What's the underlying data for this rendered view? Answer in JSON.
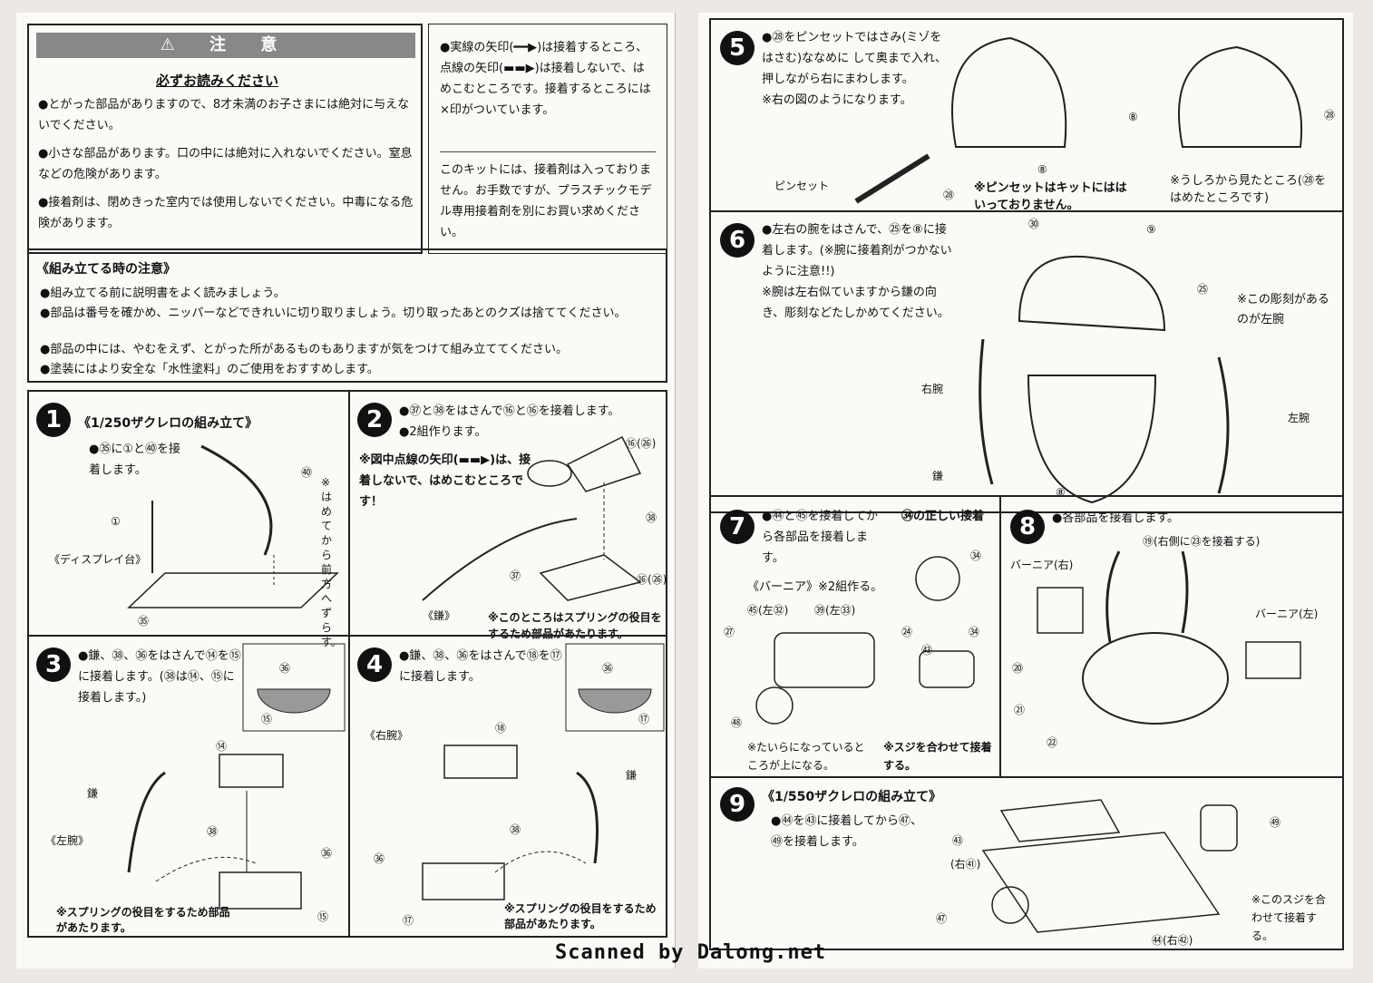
{
  "left": {
    "caution": {
      "title": "⚠ 注 意",
      "subtitle": "必ずお読みください",
      "items": [
        "●とがった部品がありますので、8才未満のお子さまには絶対に与えないでください。",
        "●小さな部品があります。口の中には絶対に入れないでください。窒息などの危険があります。",
        "●接着剤は、閉めきった室内では使用しないでください。中毒になる危険があります。"
      ]
    },
    "arrows_note": "●実線の矢印(━━▶)は接着するところ、点線の矢印(▬▬▶)は接着しないで、はめこむところです。接着するところには×印がついています。",
    "glue_note": "このキットには、接着剤は入っておりません。お手数ですが、プラスチックモデル専用接着剤を別にお買い求めください。",
    "assembly": {
      "title": "《組み立てる時の注意》",
      "items": [
        "●組み立てる前に説明書をよく読みましょう。",
        "●部品は番号を確かめ、ニッパーなどできれいに切り取りましょう。切り取ったあとのクズは捨ててください。",
        "●部品の中には、やむをえず、とがった所があるものもありますが気をつけて組み立ててください。",
        "●塗装にはより安全な「水性塗料」のご使用をおすすめします。"
      ]
    },
    "step1": {
      "num": "1",
      "title": "《1/250ザクレロの組み立て》",
      "text": "●㉟に①と㊵を接着します。",
      "note": "※はめてから前方へずらす。",
      "labels": [
        "①",
        "㊵",
        "㉟",
        "《ディスプレイ台》"
      ]
    },
    "step2": {
      "num": "2",
      "text": "●㊲と㊳をはさんで⑯と⑯を接着します。\n●2組作ります。",
      "note": "※図中点線の矢印(▬▬▶)は、接着しないで、はめこむところです！",
      "labels": [
        "⑯(㉖)",
        "㊳",
        "㊲",
        "⑯(㉖)",
        "《鎌》"
      ],
      "spring": "※このところはスプリングの役目をするため部品があたります。"
    },
    "step3": {
      "num": "3",
      "text": "●鎌、㊳、㊱をはさんで⑭を⑮に接着します。(㊳は⑭、⑮に接着します。)",
      "labels": [
        "㊱",
        "⑮",
        "⑭",
        "鎌",
        "《左腕》",
        "㊳",
        "㊱",
        "⑮"
      ],
      "spring": "※スプリングの役目をするため部品があたります。"
    },
    "step4": {
      "num": "4",
      "text": "●鎌、㊳、㊱をはさんで⑱を⑰に接着します。",
      "labels": [
        "㊱",
        "⑰",
        "《右腕》",
        "⑱",
        "鎌",
        "㊳",
        "㊱",
        "⑰"
      ],
      "spring": "※スプリングの役目をするため部品があたります。"
    }
  },
  "right": {
    "step5": {
      "num": "5",
      "text": "●㉘をピンセットではさみ(ミゾをはさむ)ななめに して奥まで入れ、押しながら右にまわします。\n※右の図のようになります。",
      "labels": [
        "ピンセット",
        "㉘",
        "⑧",
        "⑧",
        "㉘"
      ],
      "note1": "※ピンセットはキットにははいっておりません。",
      "note2": "※うしろから見たところ(㉘をはめたところです)"
    },
    "step6": {
      "num": "6",
      "text": "●左右の腕をはさんで、㉕を⑧に接着します。(※腕に接着剤がつかないように注意!!)\n※腕は左右似ていますから鎌の向き、彫刻などたしかめてください。",
      "labels": [
        "㉚",
        "⑨",
        "㉕",
        "右腕",
        "鎌",
        "⑧",
        "左腕"
      ],
      "note": "※この彫刻があるのが左腕"
    },
    "step7": {
      "num": "7",
      "text": "●㊹と㊺を接着してから各部品を接着します。",
      "sub": "㉞の正しい接着",
      "vernier": "《バーニア》※2組作る。",
      "labels": [
        "㉞",
        "㊺(左㉜)",
        "㊴(左㉝)",
        "㉗",
        "㉔",
        "㉞",
        "㊸",
        "㊽"
      ],
      "note1": "※たいらになっているところが上になる。",
      "note2": "※スジを合わせて接着する。"
    },
    "step8": {
      "num": "8",
      "text": "●各部品を接着します。",
      "labels": [
        "⑲(右側に㉓を接着する)",
        "バーニア(右)",
        "バーニア(左)",
        "⑳",
        "㉑",
        "㉒"
      ]
    },
    "step9": {
      "num": "9",
      "title": "《1/550ザクレロの組み立て》",
      "text": "●㊹を㊸に接着してから㊼、㊾を接着します。",
      "labels": [
        "㊸",
        "(右㊶)",
        "㊼",
        "㊾",
        "㊹(右㊷)"
      ],
      "note": "※このスジを合わせて接着する。"
    }
  },
  "credit": "Scanned by Dalong.net"
}
